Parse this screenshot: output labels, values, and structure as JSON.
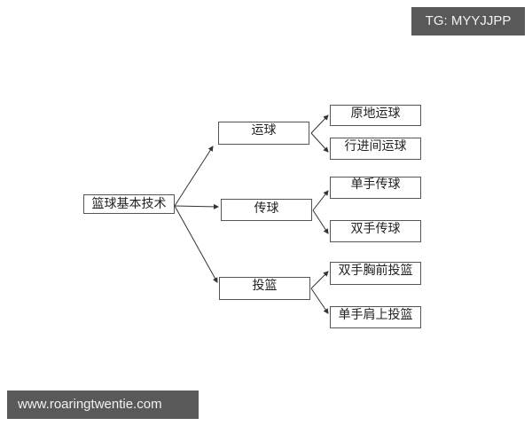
{
  "watermarks": {
    "top_right": "TG: MYYJJPP",
    "bottom_left": "www.roaringtwentie.com"
  },
  "diagram": {
    "root": "篮球基本技术",
    "branches": [
      {
        "label": "运球",
        "children": [
          "原地运球",
          "行进间运球"
        ]
      },
      {
        "label": "传球",
        "children": [
          "单手传球",
          "双手传球"
        ]
      },
      {
        "label": "投篮",
        "children": [
          "双手胸前投篮",
          "单手肩上投篮"
        ]
      }
    ]
  },
  "colors": {
    "line": "#333333",
    "box_border": "#555555",
    "watermark_bg": "#595959"
  }
}
